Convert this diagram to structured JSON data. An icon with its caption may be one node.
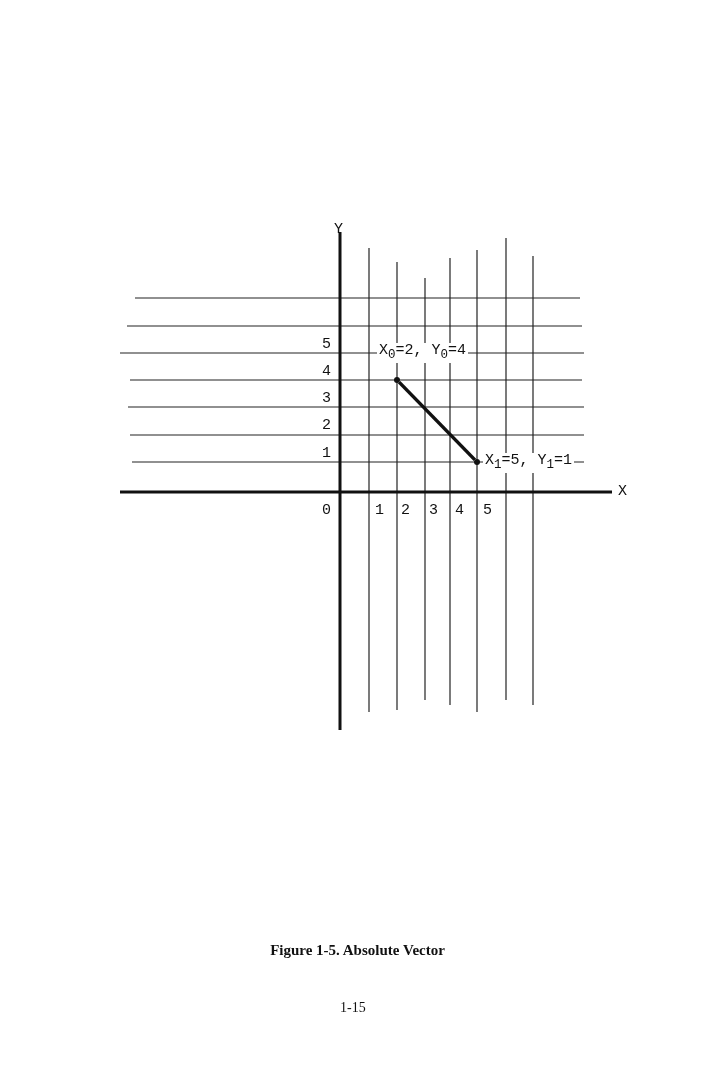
{
  "diagram": {
    "caption": "Figure 1-5. Absolute Vector",
    "nodes": [
      {
        "text": [],
        "shape": "circle",
        "beside": [
          "X$_{0}$=2, Y$_{0}$=4"
        ]
      },
      {
        "text": [],
        "shape": "circle",
        "beside": [
          "X$_{1}$=5, Y$_{1}$=1"
        ]
      }
    ],
    "edges": [
      {
        "from": 0,
        "to": 1,
        "arrow": "none"
      }
    ],
    "labels": [
      "Y",
      "5",
      "4",
      "3",
      "2",
      "1",
      "X",
      "0",
      "1",
      "2",
      "3",
      "4",
      "5",
      "1-15"
    ]
  }
}
